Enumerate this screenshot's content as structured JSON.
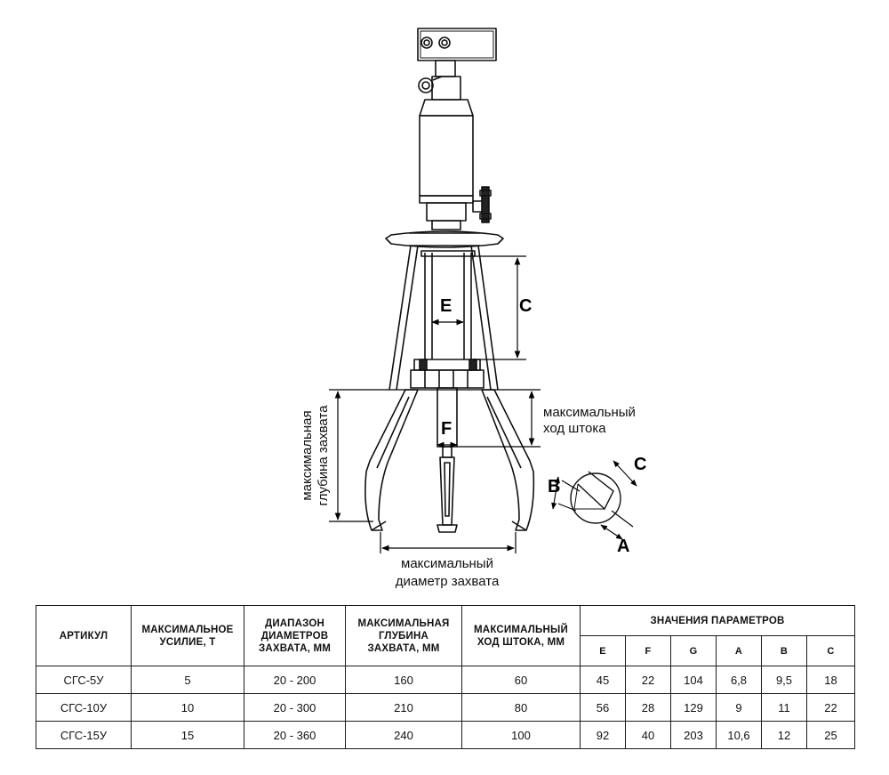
{
  "diagram": {
    "labels": {
      "e": "E",
      "c": "C",
      "f": "F",
      "a": "A",
      "b": "B",
      "c_detail": "C",
      "max_stroke_line1": "максимальный",
      "max_stroke_line2": "ход штока",
      "max_depth_line1": "максимальная",
      "max_depth_line2": "глубина захвата",
      "max_diam_line1": "максимальный",
      "max_diam_line2": "диаметр захвата"
    }
  },
  "table": {
    "headers": {
      "article": "АРТИКУЛ",
      "force": [
        "МАКСИМАЛЬНОЕ",
        "УСИЛИЕ, Т"
      ],
      "range": [
        "ДИАПАЗОН",
        "ДИАМЕТРОВ",
        "ЗАХВАТА, ММ"
      ],
      "depth": [
        "МАКСИМАЛЬНАЯ",
        "ГЛУБИНА",
        "ЗАХВАТА, ММ"
      ],
      "stroke": [
        "МАКСИМАЛЬНЫЙ",
        "ХОД ШТОКА, ММ"
      ],
      "params": "ЗНАЧЕНИЯ ПАРАМЕТРОВ",
      "param_cols": [
        "E",
        "F",
        "G",
        "A",
        "B",
        "C"
      ]
    },
    "rows": [
      {
        "article": "СГС-5У",
        "force": "5",
        "range": "20 - 200",
        "depth": "160",
        "stroke": "60",
        "e": "45",
        "f": "22",
        "g": "104",
        "a": "6,8",
        "b": "9,5",
        "c": "18"
      },
      {
        "article": "СГС-10У",
        "force": "10",
        "range": "20 - 300",
        "depth": "210",
        "stroke": "80",
        "e": "56",
        "f": "28",
        "g": "129",
        "a": "9",
        "b": "11",
        "c": "22"
      },
      {
        "article": "СГС-15У",
        "force": "15",
        "range": "20 - 360",
        "depth": "240",
        "stroke": "100",
        "e": "92",
        "f": "40",
        "g": "203",
        "a": "10,6",
        "b": "12",
        "c": "25"
      }
    ]
  }
}
